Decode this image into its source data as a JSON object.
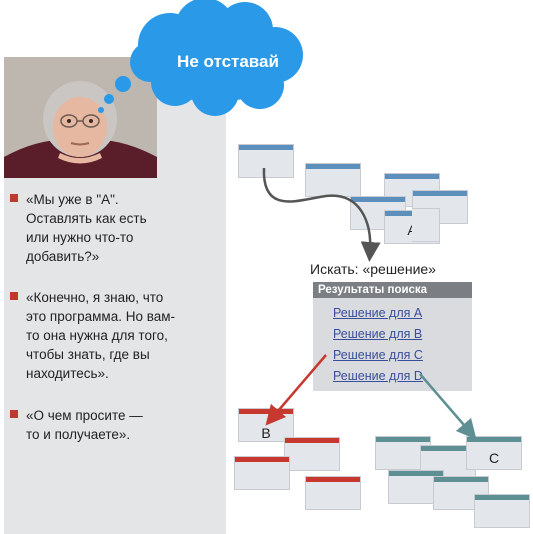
{
  "cloud": {
    "text": "Не отставай"
  },
  "bullets": [
    {
      "text": "«Мы уже в \"A\".\nОставлять как есть\nили нужно что-то\nдобавить?»"
    },
    {
      "text": "«Конечно, я знаю, что\nэто программа. Но вам-\nто она нужна для того,\nчтобы знать, где вы\nнаходитесь»."
    },
    {
      "text": "«О чем просите —\nто и получаете»."
    }
  ],
  "labels": {
    "a": "A",
    "b": "B",
    "c": "C"
  },
  "search": {
    "label": "Искать: «решение»",
    "results_title": "Результаты поиска",
    "results": [
      "Решение для A",
      "Решение для B",
      "Решение для C",
      "Решение для D"
    ]
  },
  "colors": {
    "cloud": "#2a9ae8",
    "blue_window_bar": "#5d8fbd",
    "red_window_bar": "#c7392f",
    "teal_window_bar": "#5e8f93",
    "bullet": "#c0392b",
    "arrow_red": "#c7392f",
    "arrow_teal": "#5e8f93",
    "arrow_gray": "#555555"
  }
}
